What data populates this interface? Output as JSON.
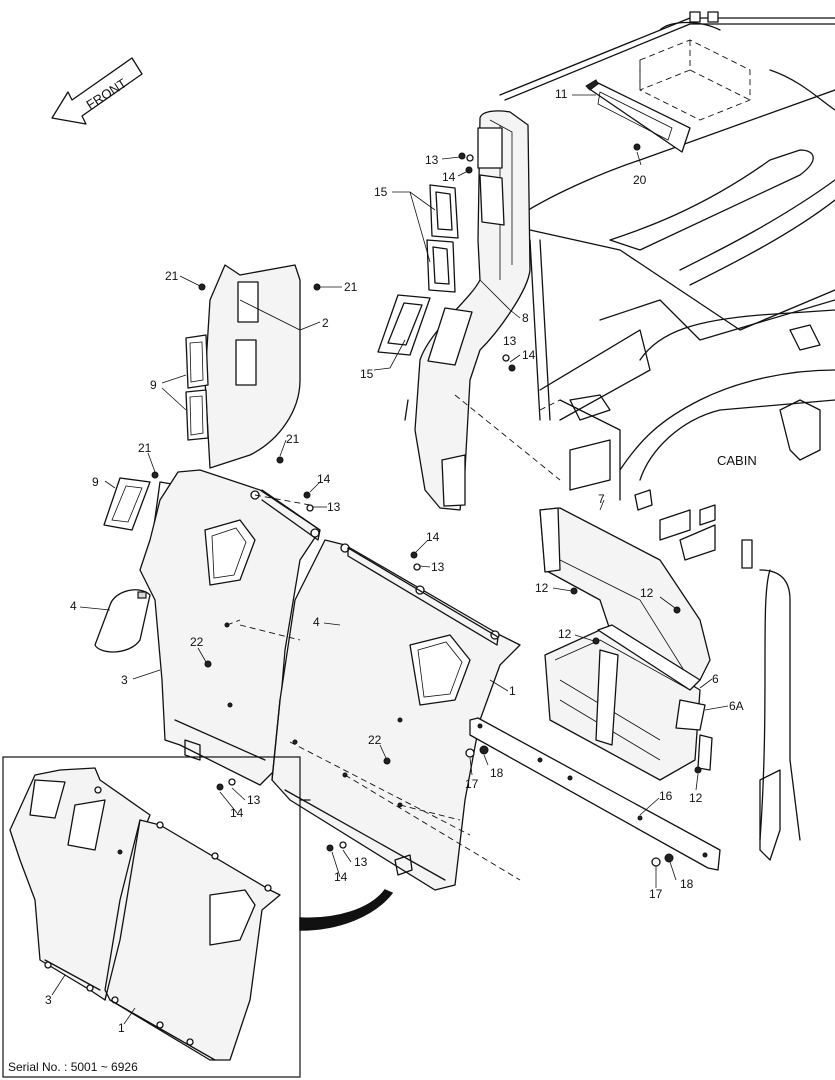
{
  "direction_label": "FRONT",
  "area_label": "CABIN",
  "serial_note": "Serial No. : 5001 ~ 6926",
  "callouts": {
    "c1a": "1",
    "c1b": "1",
    "c2": "2",
    "c3a": "3",
    "c3b": "3",
    "c4a": "4",
    "c4b": "4",
    "c6": "6",
    "c6A": "6A",
    "c7": "7",
    "c8": "8",
    "c9a": "9",
    "c9b": "9",
    "c11": "11",
    "c12a": "12",
    "c12b": "12",
    "c12c": "12",
    "c12d": "12",
    "c13a": "13",
    "c13b": "13",
    "c13c": "13",
    "c13d": "13",
    "c13e": "13",
    "c13f": "13",
    "c14a": "14",
    "c14b": "14",
    "c14c": "14",
    "c14d": "14",
    "c14e": "14",
    "c14f": "14",
    "c15a": "15",
    "c15b": "15",
    "c16": "16",
    "c17a": "17",
    "c17b": "17",
    "c18a": "18",
    "c18b": "18",
    "c20": "20",
    "c21a": "21",
    "c21b": "21",
    "c21c": "21",
    "c21d": "21",
    "c22a": "22",
    "c22b": "22"
  }
}
